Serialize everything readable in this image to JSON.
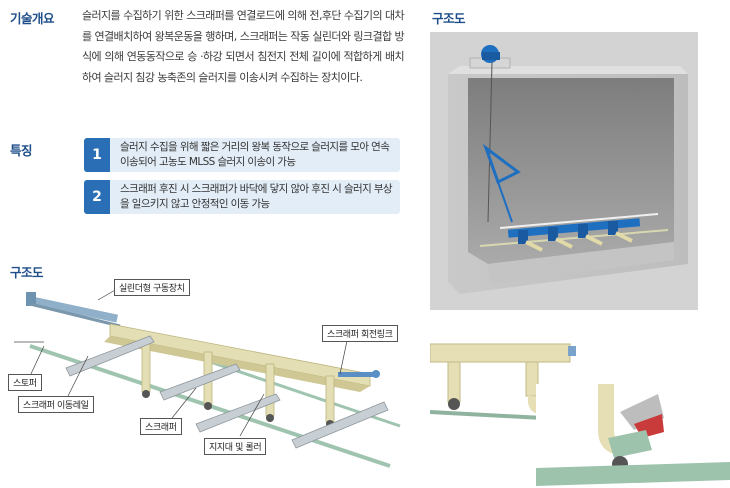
{
  "overview": {
    "label": "기술개요",
    "text": "슬러지를 수집하기 위한 스크래퍼를 연결로드에 의해 전,후단 수집기의 대차를 연결배치하여 왕복운동을 행하며, 스크래퍼는 작동 실린더와 링크결합 방식에 의해 연동동작으로 승 ·하강 되면서 침전지 전체 길이에 적합하게 배치하여 슬러지 침강 농축존의 슬러지를 이송시켜 수집하는 장치이다."
  },
  "features": {
    "label": "특징",
    "items": [
      {
        "num": "1",
        "text": "슬러지 수집을 위해 짧은 거리의 왕복 동작으로 슬러지를 모아 연속 이송되어 고농도 MLSS 슬러지 이송이 가능"
      },
      {
        "num": "2",
        "text": "스크래퍼 후진 시 스크래퍼가 바닥에 닿지 않아 후진 시 슬러지 부상을 일으키지 않고 안정적인 이동 가능"
      }
    ]
  },
  "structure_left": {
    "label": "구조도",
    "callouts": {
      "cylinder": "실린더형 구동장치",
      "rotation_link": "스크래퍼 회전링크",
      "stopper": "스토퍼",
      "rail": "스크래퍼 이동레일",
      "scraper": "스크래퍼",
      "support": "지지대 및 롤러"
    }
  },
  "structure_right": {
    "label": "구조도"
  },
  "colors": {
    "heading": "#1f4f8a",
    "accent": "#2a6fb6",
    "feature_bg": "#e3edf7",
    "frame": "#e4deb4",
    "rail": "#9fc4b0"
  }
}
